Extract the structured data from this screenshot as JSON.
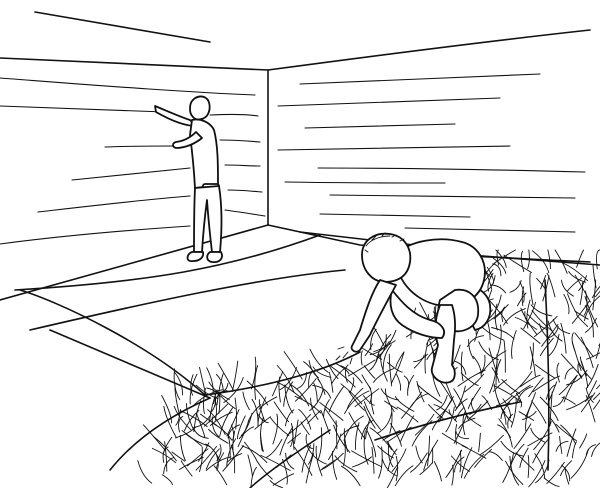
{
  "image": {
    "style": "black line drawing on white background",
    "colors": {
      "line": "#111111",
      "background": "#ffffff"
    },
    "icons": [
      "room-corner",
      "standing-worker",
      "crouching-worker",
      "grass-patch"
    ]
  }
}
